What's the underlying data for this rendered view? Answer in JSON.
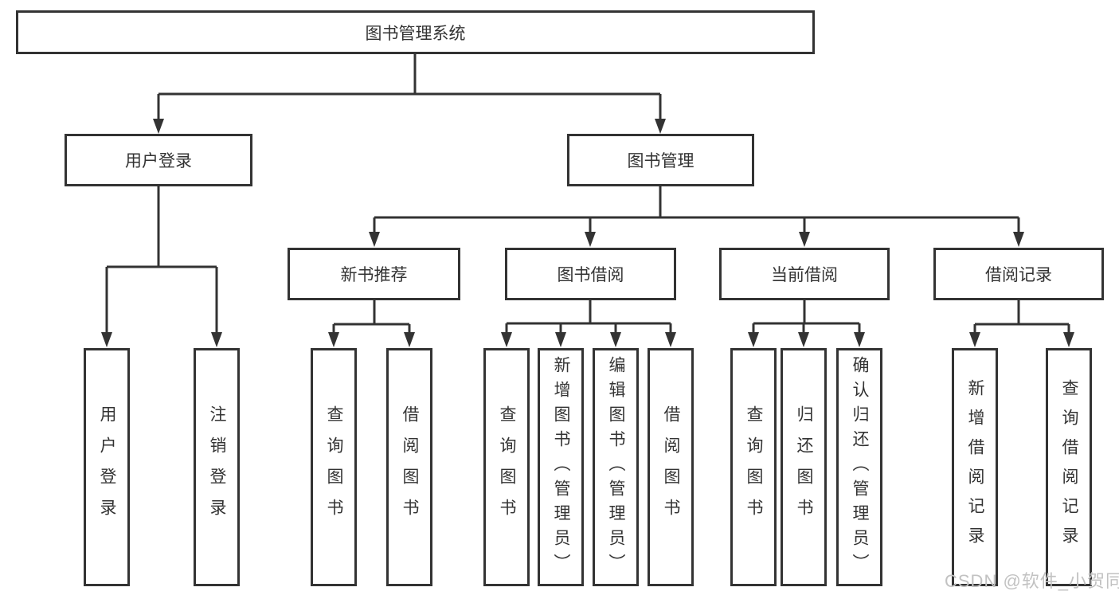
{
  "watermark": "CSDN @软件_小贺同学",
  "colors": {
    "line": "#333333",
    "text": "#333333",
    "background": "#ffffff",
    "watermark": "#c2c2c2"
  },
  "tree": {
    "label": "图书管理系统",
    "children": [
      {
        "label": "用户登录",
        "children": [
          {
            "label": "用户登录"
          },
          {
            "label": "注销登录"
          }
        ]
      },
      {
        "label": "图书管理",
        "children": [
          {
            "label": "新书推荐",
            "children": [
              {
                "label": "查询图书"
              },
              {
                "label": "借阅图书"
              }
            ]
          },
          {
            "label": "图书借阅",
            "children": [
              {
                "label": "查询图书"
              },
              {
                "label": "新增图书（管理员）"
              },
              {
                "label": "编辑图书（管理员）"
              },
              {
                "label": "借阅图书"
              }
            ]
          },
          {
            "label": "当前借阅",
            "children": [
              {
                "label": "查询图书"
              },
              {
                "label": "归还图书"
              },
              {
                "label": "确认归还（管理员）"
              }
            ]
          },
          {
            "label": "借阅记录",
            "children": [
              {
                "label": "新增借阅记录"
              },
              {
                "label": "查询借阅记录"
              }
            ]
          }
        ]
      }
    ]
  }
}
